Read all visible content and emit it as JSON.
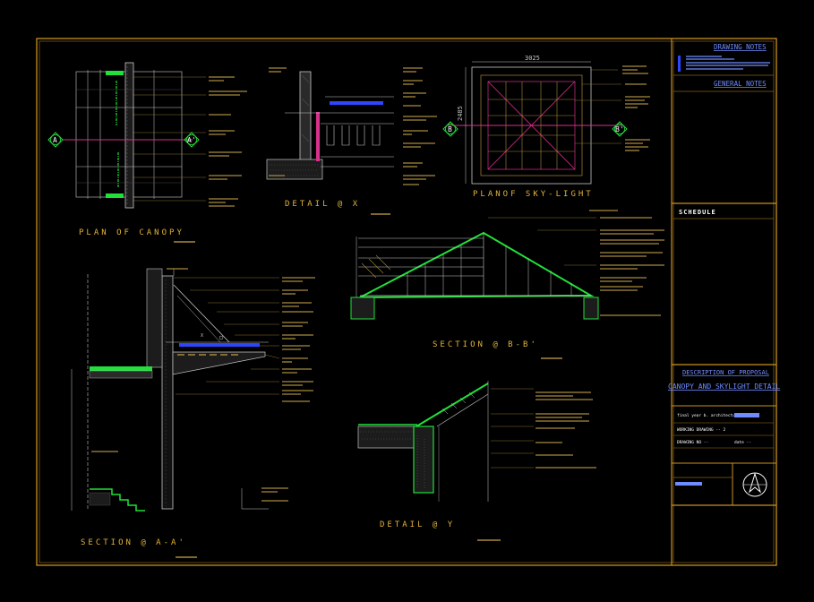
{
  "views": {
    "plan_canopy": {
      "title": "PLAN OF CANOPY",
      "grid_left": "A",
      "grid_right": "A'"
    },
    "detail_x": {
      "title": "DETAIL @ X"
    },
    "plan_skylight": {
      "title": "PLANOF SKY-LIGHT",
      "width_dim": "3025",
      "height_dim": "2485",
      "grid_left": "B",
      "grid_right": "B'"
    },
    "section_bb": {
      "title": "SECTION @ B-B'"
    },
    "section_aa": {
      "title": "SECTION @ A-A'",
      "marker_x": "X"
    },
    "detail_y": {
      "title": "DETAIL @ Y"
    }
  },
  "title_block": {
    "drawing_notes": "DRAWING NOTES",
    "general_notes": "GENERAL NOTES",
    "schedule": "SCHEDULE",
    "description_heading": "DESCRIPTION OF PROPOSAL",
    "description": "CANOPY AND SKYLIGHT DETAIL",
    "course": "final year b. architecture",
    "working_drawing": "WORKING DRAWING -- 2",
    "drawing_no": "DRAWING NO --",
    "date": "date --"
  },
  "colors": {
    "background": "#000000",
    "frame": "#c8901e",
    "annotation": "#a88a3c",
    "accent_green": "#21e03a",
    "accent_magenta": "#d8308c",
    "accent_blue": "#2f46ff",
    "wall": "#c7c7c7"
  }
}
